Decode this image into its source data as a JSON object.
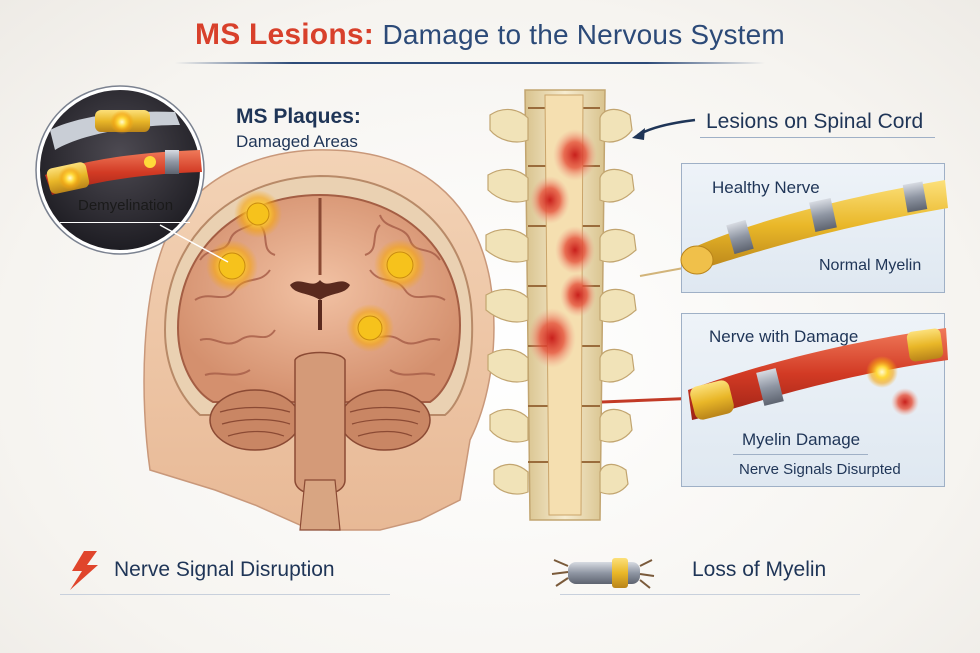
{
  "title": {
    "part1": "MS Lesions:",
    "part2": "Damage to the Nervous System"
  },
  "labels": {
    "plaques_title": "MS Plaques:",
    "plaques_sub": "Damaged Areas",
    "demyelination": "Demyelination",
    "spinal_lesions": "Lesions on Spinal Cord",
    "healthy_nerve": "Healthy Nerve",
    "normal_myelin": "Normal Myelin",
    "nerve_damage": "Nerve with Damage",
    "myelin_damage": "Myelin Damage",
    "signals_disrupted": "Nerve Signals Disurpted",
    "signal_disruption": "Nerve Signal Disruption",
    "loss_of_myelin": "Loss of Myelin"
  },
  "icons": {
    "lightning": "lightning-bolt-icon",
    "frayed_nerve": "frayed-nerve-icon"
  },
  "colors": {
    "title_red": "#d8402b",
    "title_blue": "#2c4a78",
    "plaque_yellow": "#f5c518",
    "lesion_red": "#d9302a",
    "myelin_yellow": "#e9b728"
  }
}
